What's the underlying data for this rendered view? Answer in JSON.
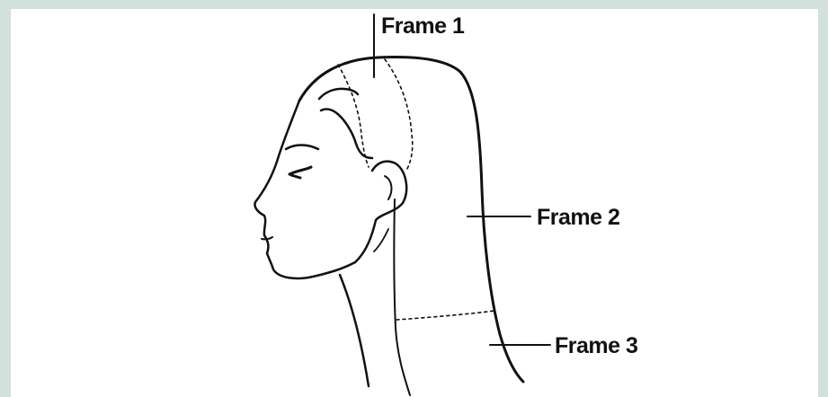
{
  "diagram": {
    "labels": {
      "frame1": "Frame 1",
      "frame2": "Frame 2",
      "frame3": "Frame 3"
    }
  },
  "colors": {
    "background": "#d3e1dc",
    "panel": "#ffffff",
    "ink": "#111111"
  }
}
